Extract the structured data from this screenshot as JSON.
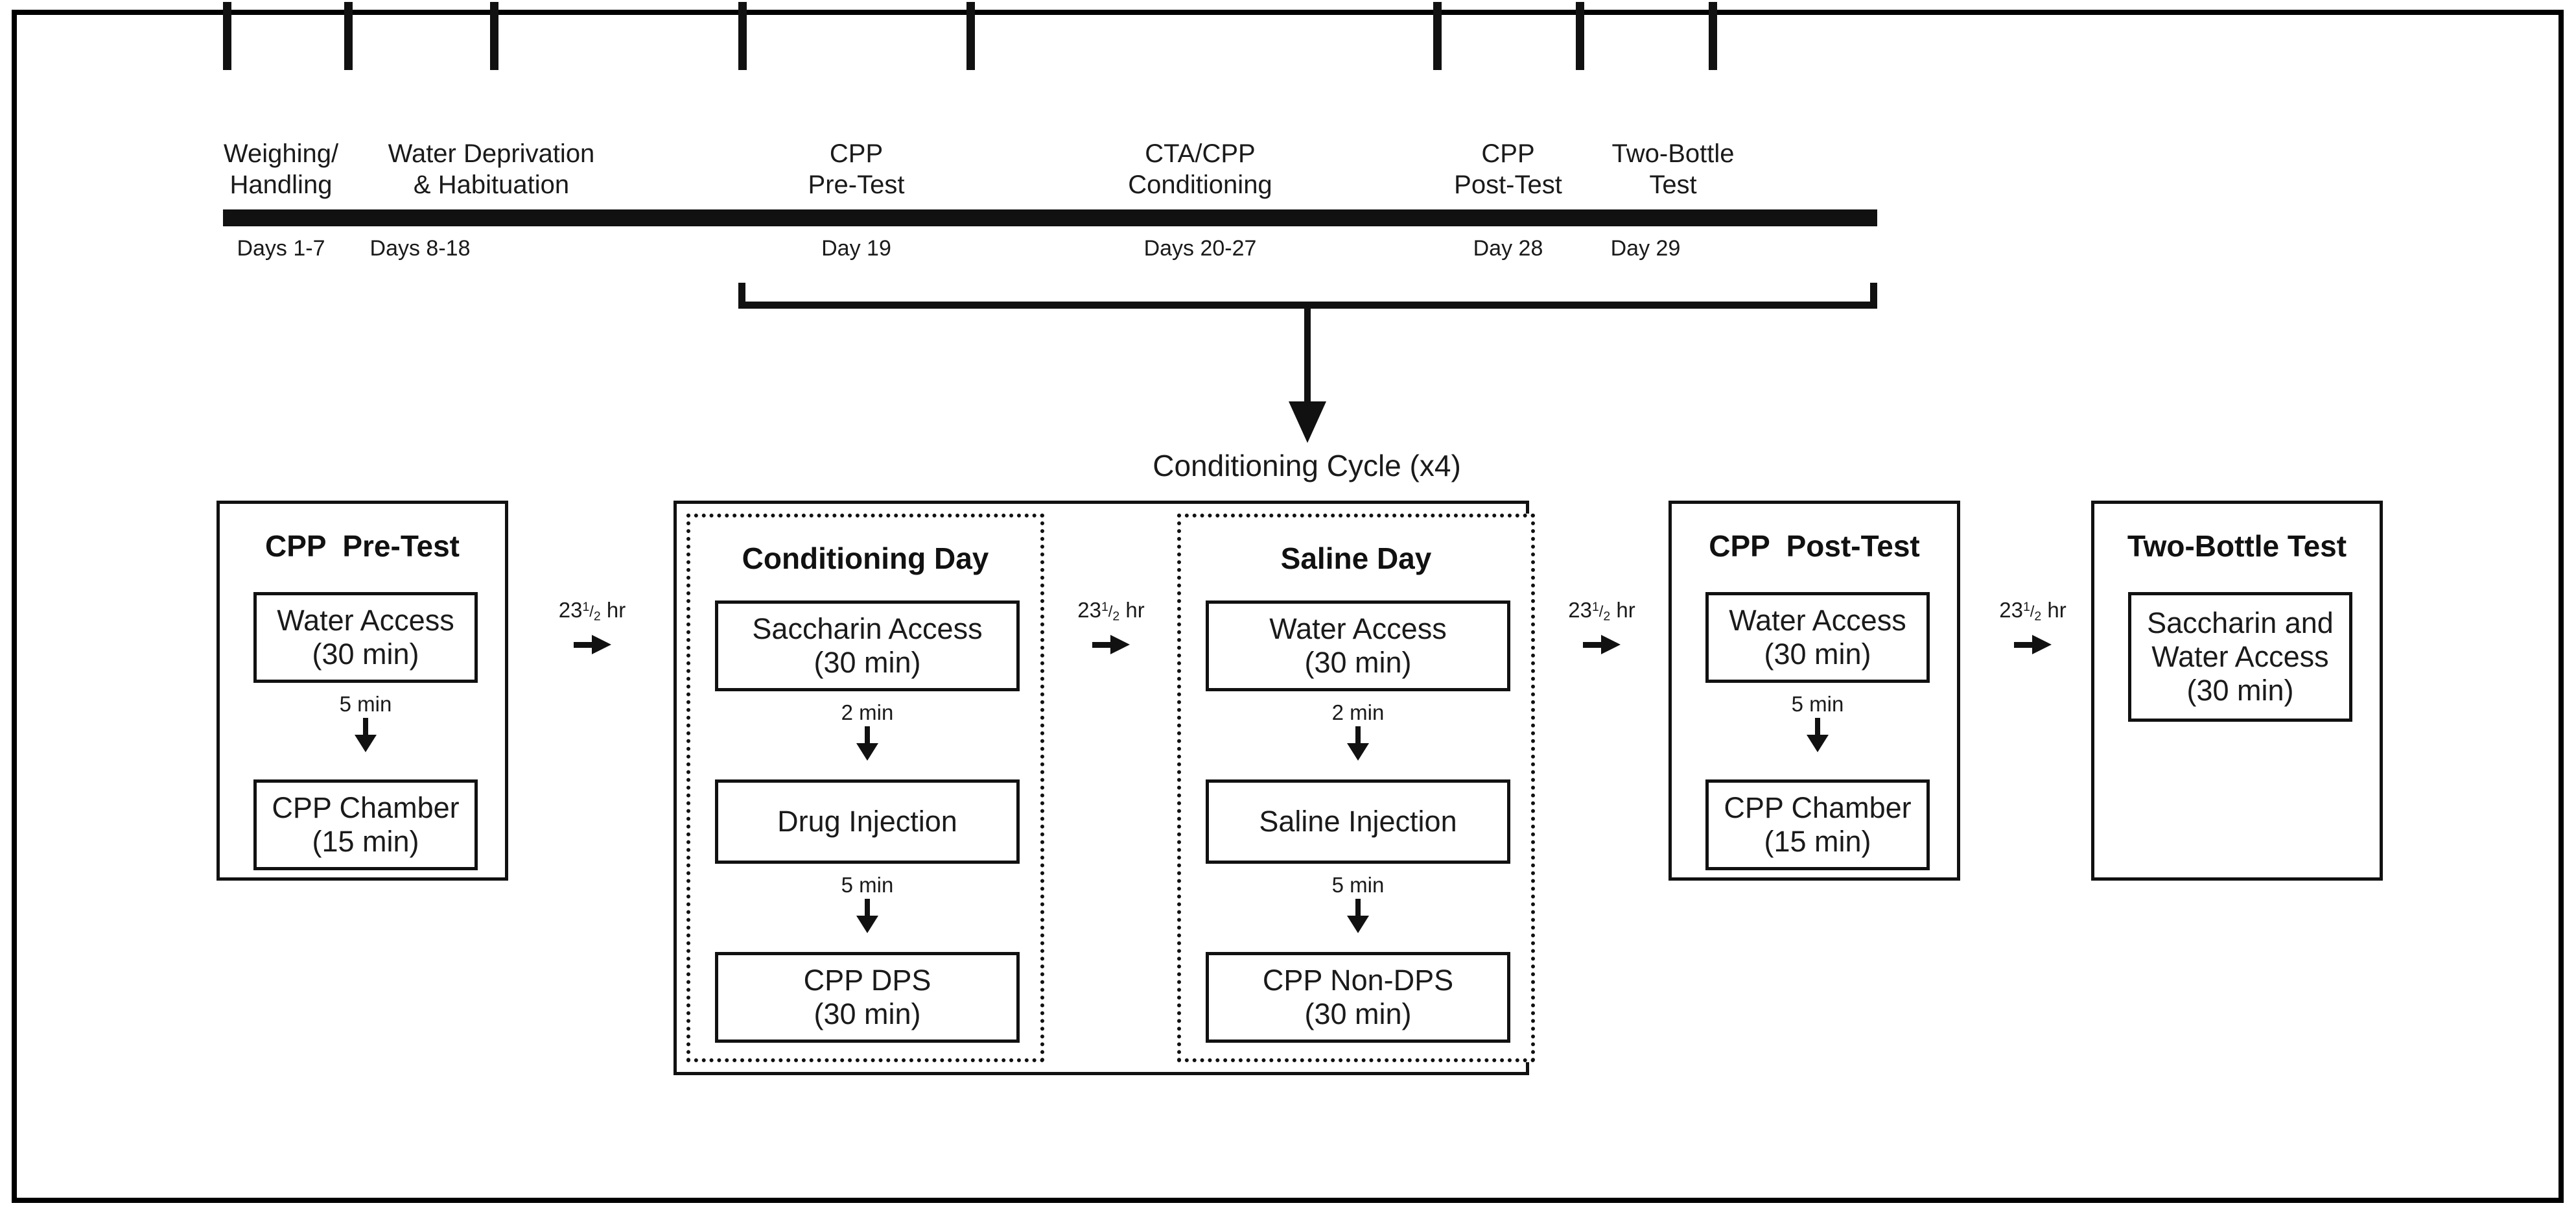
{
  "figure": {
    "cycle_title": "Conditioning Cycle (x4)"
  },
  "timeline": {
    "phases": [
      {
        "name": "Weighing/\nHandling",
        "days": "Days 1-7"
      },
      {
        "name": "Water Deprivation\n& Habituation",
        "days": "Days 8-18"
      },
      {
        "name": "CPP\nPre-Test",
        "days": "Day 19"
      },
      {
        "name": "CTA/CPP\nConditioning",
        "days": "Days 20-27"
      },
      {
        "name": "CPP\nPost-Test",
        "days": "Day 28"
      },
      {
        "name": "Two-Bottle\nTest",
        "days": "Day 29"
      }
    ]
  },
  "connectors": {
    "gap_label_value": "23",
    "gap_label_num": "1",
    "gap_label_den": "2",
    "gap_label_unit": "hr",
    "arrow_icon": "right-arrow-icon",
    "down_arrow_icon": "down-arrow-icon"
  },
  "stages": {
    "pre_test": {
      "title": "CPP  Pre-Test",
      "steps": [
        {
          "label": "Water Access\n(30 min)"
        },
        {
          "label": "CPP Chamber\n(15 min)"
        }
      ],
      "delays": [
        "5 min"
      ]
    },
    "conditioning_day": {
      "title": "Conditioning Day",
      "steps": [
        {
          "label": "Saccharin Access\n(30 min)"
        },
        {
          "label": "Drug Injection"
        },
        {
          "label": "CPP DPS\n(30 min)"
        }
      ],
      "delays": [
        "2 min",
        "5 min"
      ]
    },
    "saline_day": {
      "title": "Saline Day",
      "steps": [
        {
          "label": "Water Access\n(30 min)"
        },
        {
          "label": "Saline Injection"
        },
        {
          "label": "CPP Non-DPS\n(30 min)"
        }
      ],
      "delays": [
        "2 min",
        "5 min"
      ]
    },
    "post_test": {
      "title": "CPP  Post-Test",
      "steps": [
        {
          "label": "Water Access\n(30 min)"
        },
        {
          "label": "CPP Chamber\n(15 min)"
        }
      ],
      "delays": [
        "5 min"
      ]
    },
    "two_bottle": {
      "title": "Two-Bottle Test",
      "steps": [
        {
          "label": "Saccharin and\nWater Access\n(30 min)"
        }
      ],
      "delays": []
    }
  },
  "colors": {
    "ink": "#111111",
    "background": "#ffffff"
  }
}
